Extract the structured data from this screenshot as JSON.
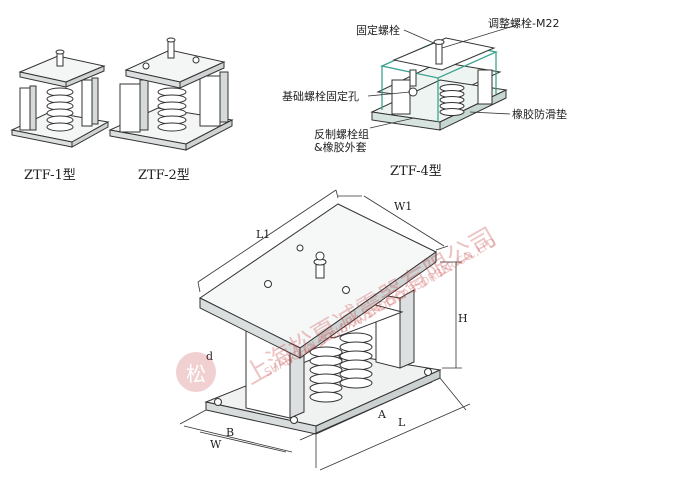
{
  "models": {
    "ztf1": "ZTF-1型",
    "ztf2": "ZTF-2型",
    "ztf4": "ZTF-4型"
  },
  "callouts": {
    "fixed_bolt": "固定螺栓",
    "adjust_bolt": "调整螺栓-M22",
    "base_bolt_hole": "基础螺栓固定孔",
    "anti_bolt_line1": "反制螺栓组",
    "anti_bolt_line2": "&橡胶外套",
    "rubber_pad": "橡胶防滑垫"
  },
  "dimensions": {
    "L1": "L1",
    "W1": "W1",
    "H": "H",
    "A": "A",
    "L": "L",
    "B": "B",
    "W": "W",
    "d": "d"
  },
  "watermark": {
    "cn": "上海松夏减震器有限公司",
    "en": "SHANGHAI SONGXIA SHOCK ABSORBER CO.,LTD",
    "logo_glyph": "松"
  },
  "colors": {
    "line": "#333333",
    "panel": "#e9ecec",
    "accent": "#3aa38f",
    "watermark": "#c03030"
  }
}
